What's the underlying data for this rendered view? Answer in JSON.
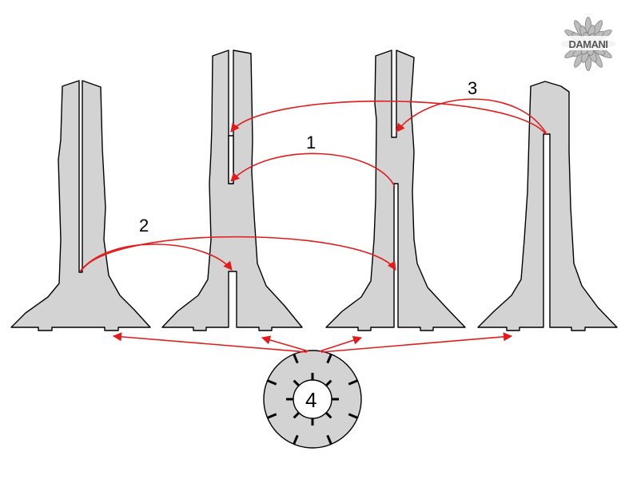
{
  "labels": {
    "step_1": "1",
    "step_2": "2",
    "step_3": "3",
    "step_4": "4"
  },
  "logo": {
    "text": "DAMANI"
  },
  "colors": {
    "piece_fill": "#d3d3d3",
    "outline": "#000000",
    "arrow": "#e31b1b",
    "background": "#ffffff"
  },
  "icons": {
    "logo": "flower-rosette-icon",
    "center_piece": "gear-disc-icon"
  }
}
